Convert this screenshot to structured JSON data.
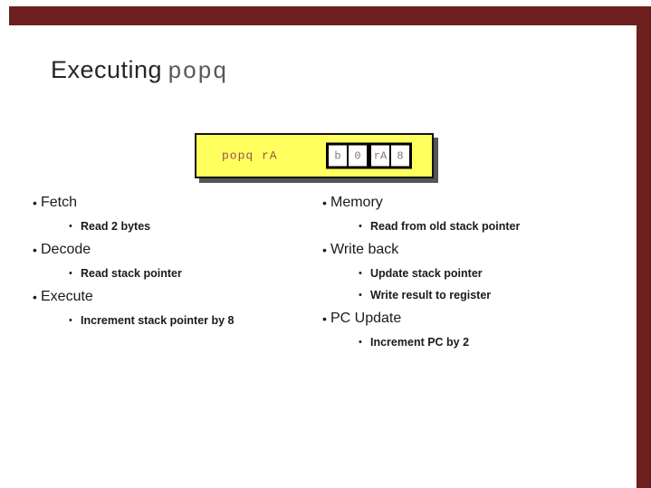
{
  "slide": {
    "title": {
      "prefix": "Executing",
      "keyword": "popq"
    },
    "instruction_box": {
      "label": "popq rA",
      "encoding_bytes": [
        [
          "b",
          "0"
        ],
        [
          "rA",
          "8"
        ]
      ]
    },
    "columns": {
      "left": [
        {
          "stage": "Fetch",
          "details": [
            "Read 2 bytes"
          ]
        },
        {
          "stage": "Decode",
          "details": [
            "Read stack pointer"
          ]
        },
        {
          "stage": "Execute",
          "details": [
            "Increment stack pointer by 8"
          ]
        }
      ],
      "right": [
        {
          "stage": "Memory",
          "details": [
            "Read from old stack pointer"
          ]
        },
        {
          "stage": "Write back",
          "details": [
            "Update stack pointer",
            "Write result to register"
          ]
        },
        {
          "stage": "PC Update",
          "details": [
            "Increment PC by 2"
          ]
        }
      ]
    },
    "colors": {
      "accent_bar": "#6d1f1f",
      "box_bg": "#ffff5e",
      "box_border": "#111111",
      "box_shadow": "#555555",
      "label_color": "#9a5252",
      "nibble_color": "#8d6e7e",
      "title_color": "#262626",
      "keyword_color": "#585858",
      "text_color": "#1a1a1a"
    }
  }
}
